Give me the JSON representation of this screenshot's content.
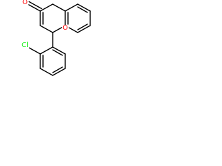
{
  "molecule": {
    "atoms": {
      "carbonyl_oxygen": {
        "symbol": "O",
        "color": "#ff0d0d"
      },
      "ring_oxygen": {
        "symbol": "O",
        "color": "#ff0d0d"
      },
      "chlorine": {
        "symbol": "Cl",
        "color": "#1ff01f"
      }
    },
    "bond_color": "#000000"
  }
}
